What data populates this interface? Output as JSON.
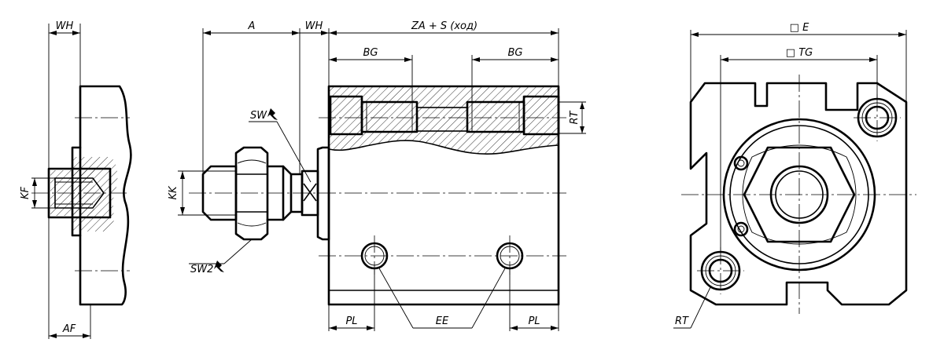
{
  "labels": {
    "wh_left": "WH",
    "af": "AF",
    "kf": "KF",
    "a": "A",
    "wh_mid": "WH",
    "sw": "SW",
    "kk": "KK",
    "sw2": "SW2",
    "za_s": "ZA + S (ход)",
    "bg_left": "BG",
    "bg_right": "BG",
    "rt_side": "RT",
    "pl_left": "PL",
    "ee": "EE",
    "pl_right": "PL",
    "e": "□ E",
    "tg": "□ TG",
    "rt_front": "RT"
  }
}
